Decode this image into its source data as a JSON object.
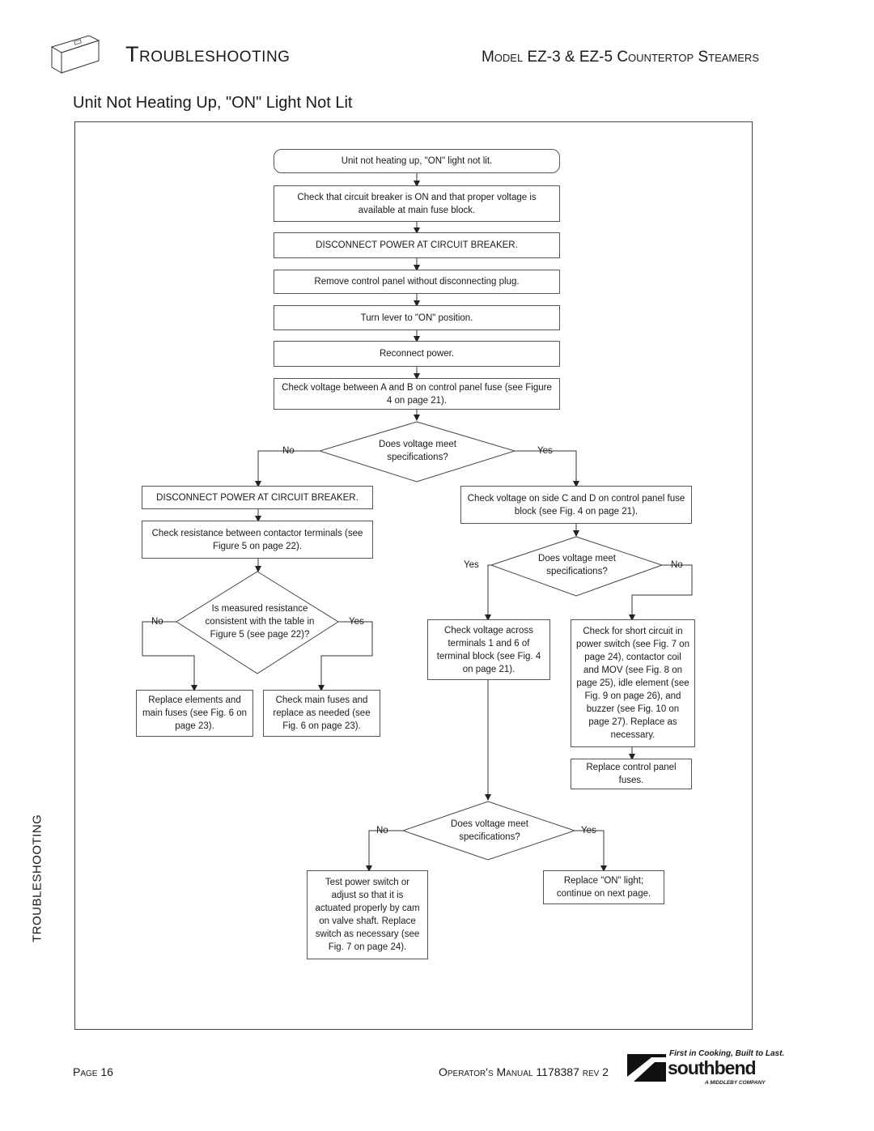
{
  "header": {
    "section_title": "Troubleshooting",
    "model": "Model EZ-3 & EZ-5 Countertop Steamers",
    "product_icon": "steamer-icon"
  },
  "page_title": "Unit Not Heating Up, \"ON\" Light Not Lit",
  "side_label": "TROUBLESHOOTING",
  "flowchart": {
    "start": "Unit not heating up, \"ON\" light not lit.",
    "step_check_breaker": "Check that circuit breaker is ON and that proper voltage is available at main fuse block.",
    "step_disconnect": "DISCONNECT POWER AT CIRCUIT BREAKER.",
    "step_remove_panel": "Remove control panel without disconnecting plug.",
    "step_turn_lever": "Turn lever to \"ON\" position.",
    "step_reconnect": "Reconnect power.",
    "step_check_ab": "Check voltage between A and B on control panel fuse (see Figure 4 on page 21).",
    "decision_1": "Does voltage meet specifications?",
    "left_disconnect": "DISCONNECT POWER AT CIRCUIT BREAKER.",
    "left_check_resistance": "Check resistance between contactor terminals (see Figure 5 on page 22).",
    "decision_resistance": "Is measured resistance consistent with the table in Figure 5 (see page 22)?",
    "replace_elements": "Replace elements and main fuses (see Fig. 6 on page 23).",
    "check_main_fuses": "Check main fuses and replace as needed (see Fig. 6 on page 23).",
    "right_check_cd": "Check voltage on side C and D on control panel fuse block (see Fig. 4 on page 21).",
    "decision_2": "Does voltage meet specifications?",
    "check_terminals": "Check voltage across terminals 1 and 6 of terminal block (see Fig. 4 on page 21).",
    "check_short": "Check for short circuit in power switch (see Fig. 7 on page 24), contactor coil and MOV (see Fig. 8 on page 25), idle element (see Fig. 9 on page 26), and buzzer (see Fig. 10 on page 27). Replace as necessary.",
    "replace_panel_fuses": "Replace control panel fuses.",
    "decision_3": "Does voltage meet specifications?",
    "test_power_switch": "Test power switch or adjust so that it is actuated properly by cam on valve shaft. Replace switch as necessary (see Fig. 7 on page 24).",
    "replace_on_light": "Replace \"ON\" light; continue on next page.",
    "no": "No",
    "yes": "Yes"
  },
  "footer": {
    "page": "Page 16",
    "manual": "Operator's Manual 1178387 rev 2",
    "brand_tagline": "First in Cooking, Built to Last.",
    "brand_name": "southbend",
    "brand_sub": "A MIDDLEBY COMPANY"
  }
}
